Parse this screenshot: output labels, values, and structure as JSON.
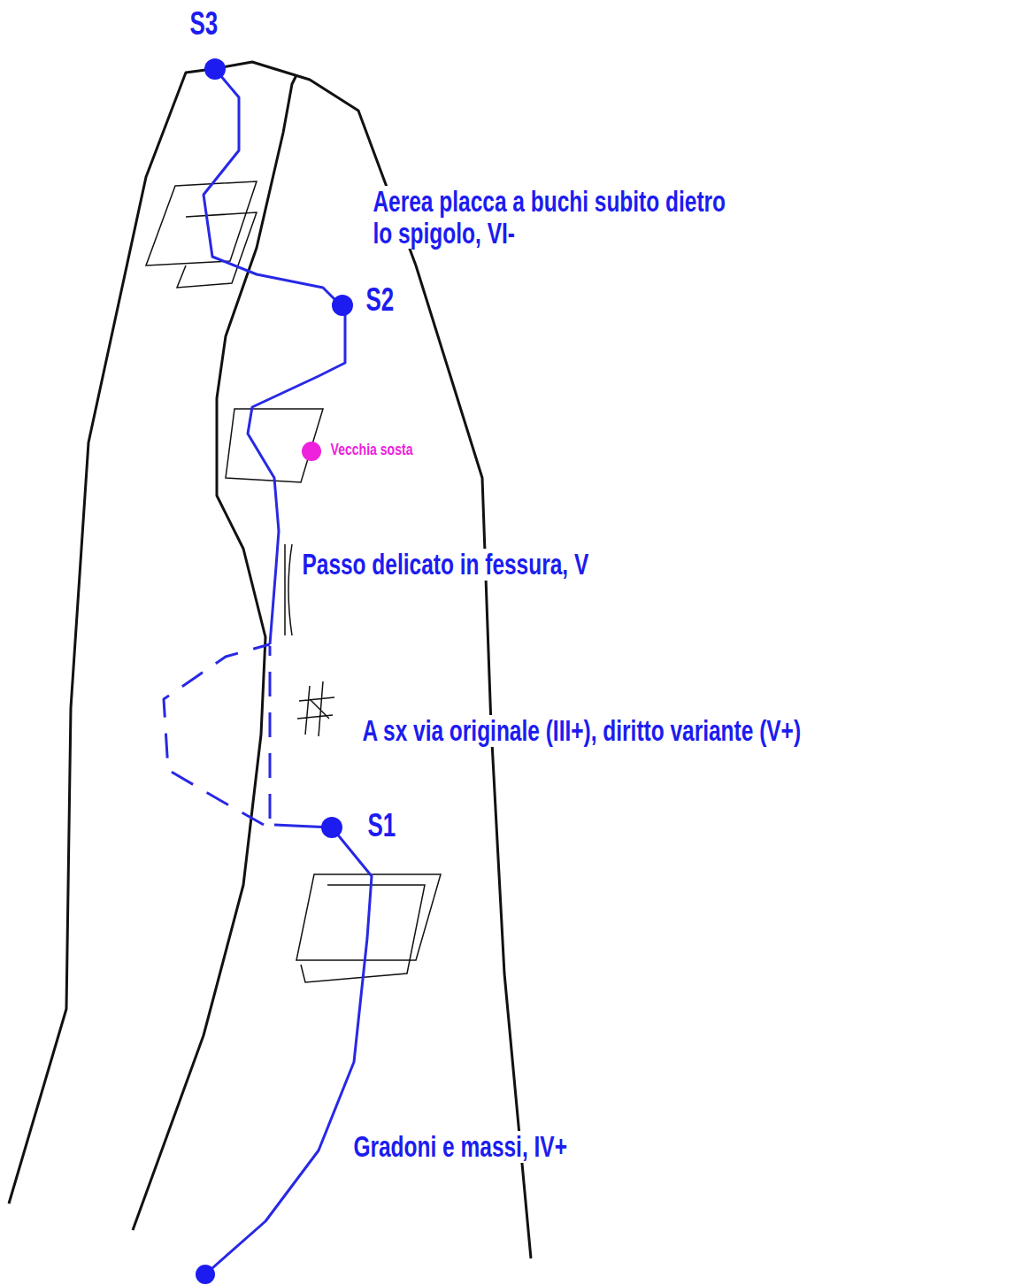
{
  "diagram": {
    "labels": [
      "S3",
      "Aerea placca a buchi subito dietro lo spigolo, VI-",
      "S2",
      "Vecchia sosta",
      "Passo delicato in fessura, V",
      "A sx via originale (III+), diritto variante (V+)",
      "S1",
      "Gradoni e massi, IV+"
    ]
  }
}
